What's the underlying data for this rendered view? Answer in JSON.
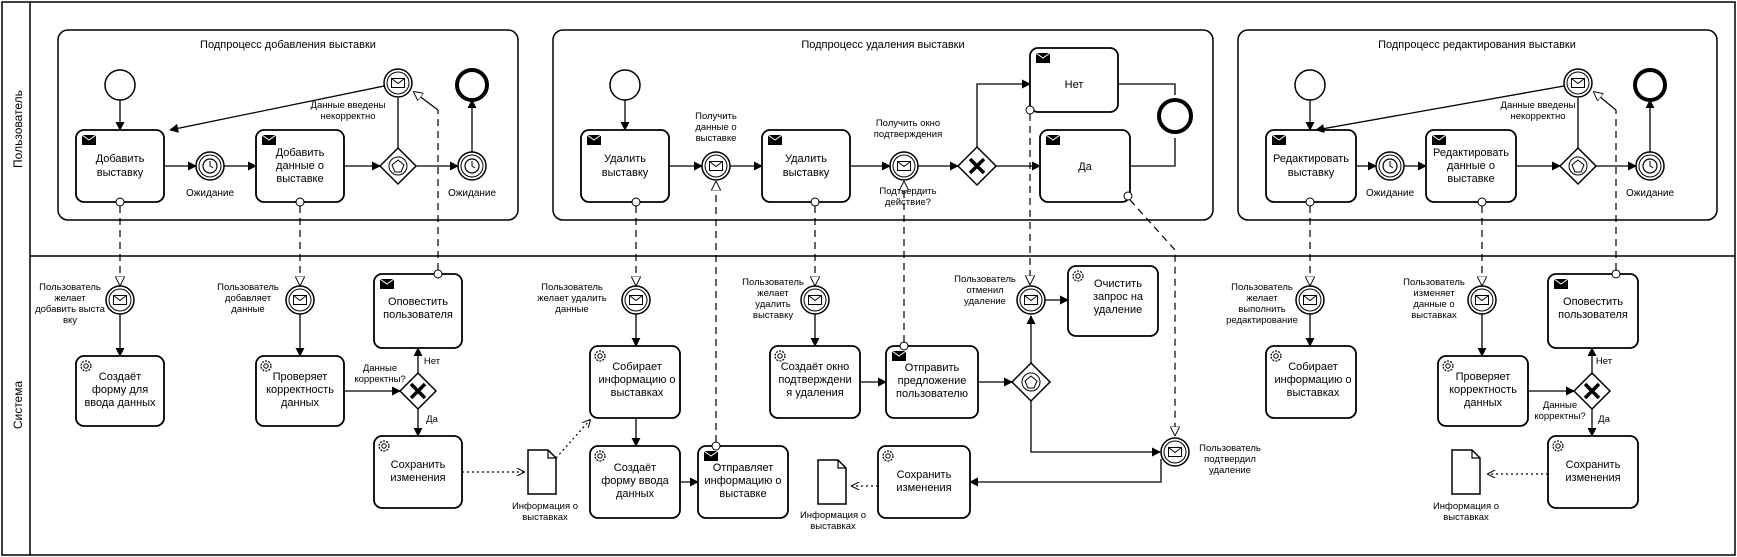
{
  "lanes": {
    "user": "Пользователь",
    "system": "Система"
  },
  "subprocesses": {
    "add": "Подпроцесс добавления выставки",
    "delete": "Подпроцесс удаления выставки",
    "edit": "Подпроцесс редактирования выставки"
  },
  "add": {
    "task_add": [
      "Добавить",
      "выставку"
    ],
    "task_enter": [
      "Добавить",
      "данные о",
      "выставке"
    ],
    "wait1": "Ожидание",
    "wait2": "Ожидание",
    "incorrect": [
      "Данные введены",
      "некорректно"
    ],
    "sys_msg": [
      "Пользователь",
      "желает",
      "добавить выста",
      "вку"
    ],
    "sys_form": [
      "Создаёт",
      "форму для",
      "ввода данных"
    ],
    "sys_adds": [
      "Пользователь",
      "добавляет",
      "данные"
    ],
    "sys_check": [
      "Проверяет",
      "корректность",
      "данных"
    ],
    "sys_notify": [
      "Оповестить",
      "пользователя"
    ],
    "gw_label": [
      "Данные",
      "корректны?"
    ],
    "no": "Нет",
    "yes": "Да",
    "sys_save": [
      "Сохранить",
      "изменения"
    ],
    "doc": [
      "Информация о",
      "выставках"
    ]
  },
  "del": {
    "task_delete1": [
      "Удалить",
      "выставку"
    ],
    "get_data": [
      "Получить",
      "данные о",
      "выставке"
    ],
    "task_delete2": [
      "Удалить",
      "выставку"
    ],
    "get_window": [
      "Получить окно",
      "подтверждения"
    ],
    "confirm": [
      "Подтвердить",
      "действие?"
    ],
    "no_task": "Нет",
    "yes_task": "Да",
    "sys_msg": [
      "Пользователь",
      "желает удалить",
      "данные"
    ],
    "sys_collect": [
      "Собирает",
      "информацию о",
      "выставках"
    ],
    "sys_form": [
      "Создаёт",
      "форму ввода",
      "данных"
    ],
    "sys_send": [
      "Отправляет",
      "информацию о",
      "выставке"
    ],
    "sys_msg2": [
      "Пользователь",
      "желает",
      "удалить",
      "выставку"
    ],
    "sys_window": [
      "Создаёт окно",
      "подтверждени",
      "я удаления"
    ],
    "sys_offer": [
      "Отправить",
      "предложение",
      "пользователю"
    ],
    "cancelled": [
      "Пользователь",
      "отменил",
      "удаление"
    ],
    "clear": [
      "Очистить",
      "запрос на",
      "удаление"
    ],
    "confirmed": [
      "Пользователь",
      "подтвердил",
      "удаление"
    ],
    "sys_save": [
      "Сохранить",
      "изменения"
    ],
    "doc": [
      "Информация о",
      "выставках"
    ]
  },
  "edit": {
    "task_edit": [
      "Редактировать",
      "выставку"
    ],
    "task_edit_data": [
      "Редактировать",
      "данные о",
      "выставке"
    ],
    "wait1": "Ожидание",
    "wait2": "Ожидание",
    "incorrect": [
      "Данные введены",
      "некорректно"
    ],
    "sys_msg": [
      "Пользователь",
      "желает",
      "выполнить",
      "редактирование"
    ],
    "sys_collect": [
      "Собирает",
      "информацию о",
      "выставках"
    ],
    "sys_changes": [
      "Пользователь",
      "изменяет",
      "данные о",
      "выставках"
    ],
    "sys_check": [
      "Проверяет",
      "корректность",
      "данных"
    ],
    "sys_notify": [
      "Оповестить",
      "пользователя"
    ],
    "gw_label": [
      "Данные",
      "корректны?"
    ],
    "no": "Нет",
    "yes": "Да",
    "sys_save": [
      "Сохранить",
      "изменения"
    ],
    "doc": [
      "Информация о",
      "выставках"
    ]
  },
  "colors": {
    "stroke": "#000000",
    "fill": "#ffffff"
  }
}
